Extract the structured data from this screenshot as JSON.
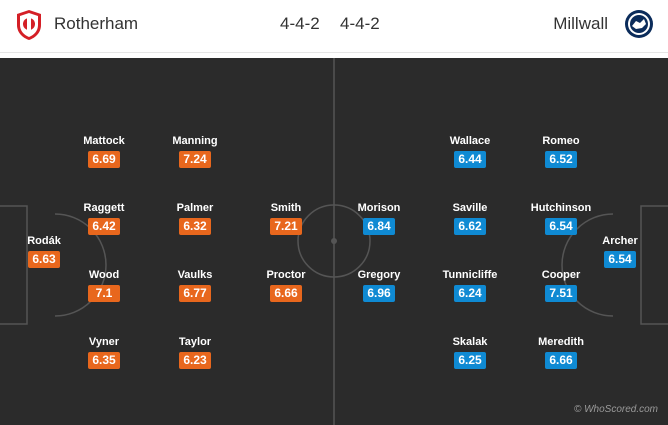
{
  "header": {
    "home_team": "Rotherham",
    "away_team": "Millwall",
    "home_formation": "4-4-2",
    "away_formation": "4-4-2",
    "home_crest_icon": "rotherham-crest-icon",
    "away_crest_icon": "millwall-crest-icon"
  },
  "colors": {
    "home_rating": "#e8671d",
    "away_rating": "#0f8ad3",
    "pitch": "#2b2b2b",
    "lines": "#555555"
  },
  "home_players": [
    {
      "name": "Rodák",
      "rating": "6.63"
    },
    {
      "name": "Mattock",
      "rating": "6.69"
    },
    {
      "name": "Raggett",
      "rating": "6.42"
    },
    {
      "name": "Wood",
      "rating": "7.1"
    },
    {
      "name": "Vyner",
      "rating": "6.35"
    },
    {
      "name": "Manning",
      "rating": "7.24"
    },
    {
      "name": "Palmer",
      "rating": "6.32"
    },
    {
      "name": "Vaulks",
      "rating": "6.77"
    },
    {
      "name": "Taylor",
      "rating": "6.23"
    },
    {
      "name": "Smith",
      "rating": "7.21"
    },
    {
      "name": "Proctor",
      "rating": "6.66"
    }
  ],
  "away_players": [
    {
      "name": "Archer",
      "rating": "6.54"
    },
    {
      "name": "Romeo",
      "rating": "6.52"
    },
    {
      "name": "Hutchinson",
      "rating": "6.54"
    },
    {
      "name": "Cooper",
      "rating": "7.51"
    },
    {
      "name": "Meredith",
      "rating": "6.66"
    },
    {
      "name": "Wallace",
      "rating": "6.44"
    },
    {
      "name": "Saville",
      "rating": "6.62"
    },
    {
      "name": "Tunnicliffe",
      "rating": "6.24"
    },
    {
      "name": "Skalak",
      "rating": "6.25"
    },
    {
      "name": "Morison",
      "rating": "6.84"
    },
    {
      "name": "Gregory",
      "rating": "6.96"
    }
  ],
  "watermark": "© WhoScored.com"
}
